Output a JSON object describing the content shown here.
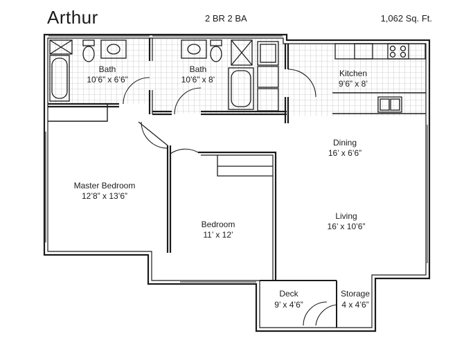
{
  "header": {
    "title": "Arthur",
    "beds_baths": "2 BR 2 BA",
    "area": "1,062 Sq. Ft."
  },
  "rooms": [
    {
      "name": "Bath",
      "dims": "10’6” x 6’6”"
    },
    {
      "name": "Bath",
      "dims": "10’6” x 8’"
    },
    {
      "name": "Kitchen",
      "dims": "9’6” x 8’"
    },
    {
      "name": "Dining",
      "dims": "16’ x 6’6”"
    },
    {
      "name": "Master Bedroom",
      "dims": "12’8” x 13’6”"
    },
    {
      "name": "Bedroom",
      "dims": "11’ x 12’"
    },
    {
      "name": "Living",
      "dims": "16’ x 10’6”"
    },
    {
      "name": "Deck",
      "dims": "9’ x 4’6”"
    },
    {
      "name": "Storage",
      "dims": "4 x 4’6”"
    }
  ],
  "colors": {
    "wall": "#1a1a1a",
    "tile_grid": "#9a9a9a",
    "background": "#ffffff"
  }
}
